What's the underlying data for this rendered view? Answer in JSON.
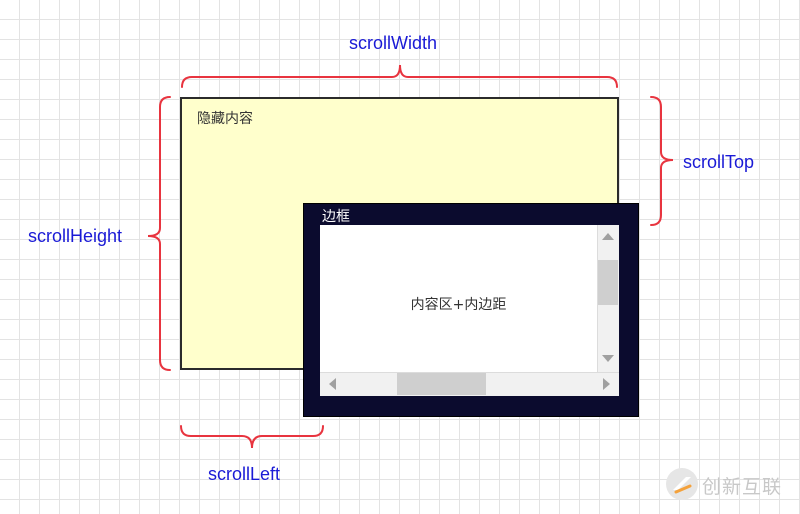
{
  "labels": {
    "scroll_width": "scrollWidth",
    "scroll_height": "scrollHeight",
    "scroll_top": "scrollTop",
    "scroll_left": "scrollLeft"
  },
  "boxes": {
    "hidden_content": "隐藏内容",
    "border": "边框",
    "content_padding": "内容区+内边距"
  },
  "watermark": {
    "text": "创新互联"
  },
  "colors": {
    "label_text": "#1a1ad6",
    "brace": "#e8343f",
    "hidden_fill": "#ffffcc",
    "frame_fill": "#0b0b2e"
  }
}
